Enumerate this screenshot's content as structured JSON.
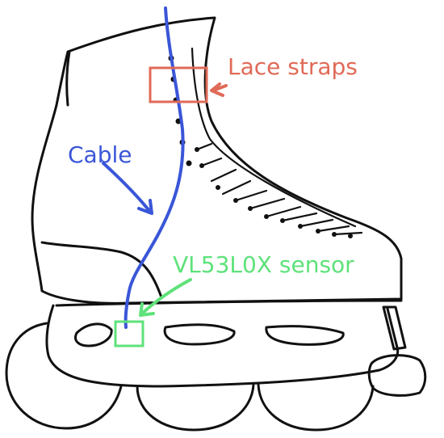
{
  "labels": {
    "lace_straps": "Lace straps",
    "cable": "Cable",
    "sensor": "VL53L0X sensor"
  },
  "colors": {
    "ink": "#111111",
    "lace_straps": "#e06a57",
    "cable": "#3a56d8",
    "sensor": "#5ee27a"
  },
  "icons": {
    "main": "inline-skate-drawing"
  }
}
